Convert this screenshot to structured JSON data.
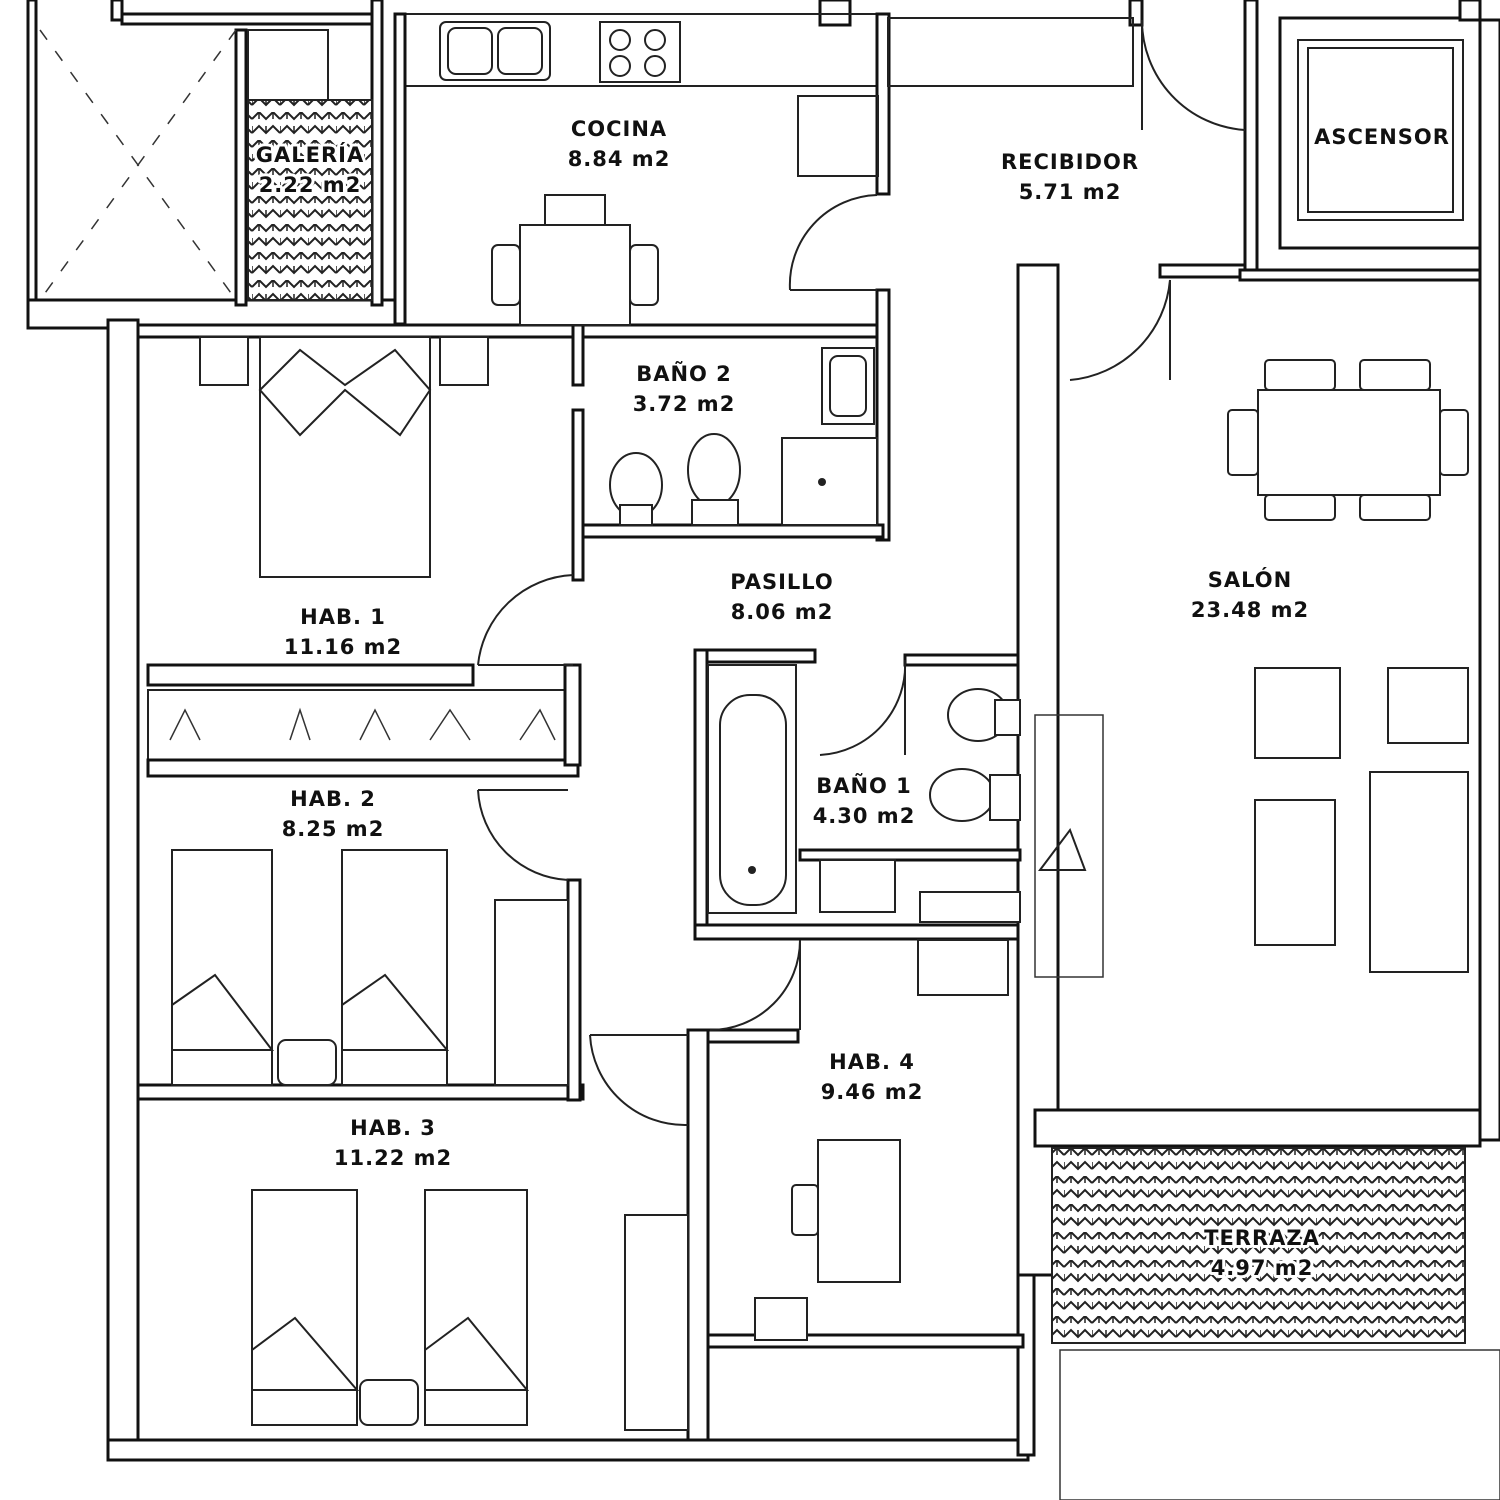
{
  "rooms": {
    "cocina": {
      "name": "COCINA",
      "area": "8.84 m2"
    },
    "galeria": {
      "name": "GALERÍA",
      "area": "2.22 m2"
    },
    "recibidor": {
      "name": "RECIBIDOR",
      "area": "5.71 m2"
    },
    "ascensor": {
      "name": "ASCENSOR"
    },
    "bano2": {
      "name": "BAÑO 2",
      "area": "3.72 m2"
    },
    "pasillo": {
      "name": "PASILLO",
      "area": "8.06 m2"
    },
    "salon": {
      "name": "SALÓN",
      "area": "23.48 m2"
    },
    "hab1": {
      "name": "HAB. 1",
      "area": "11.16 m2"
    },
    "hab2": {
      "name": "HAB. 2",
      "area": "8.25 m2"
    },
    "bano1": {
      "name": "BAÑO 1",
      "area": "4.30 m2"
    },
    "hab3": {
      "name": "HAB. 3",
      "area": "11.22 m2"
    },
    "hab4": {
      "name": "HAB. 4",
      "area": "9.46 m2"
    },
    "terraza": {
      "name": "TERRAZA",
      "area": "4.97 m2"
    }
  },
  "colors": {
    "ink": "#111111",
    "paper": "#ffffff"
  }
}
